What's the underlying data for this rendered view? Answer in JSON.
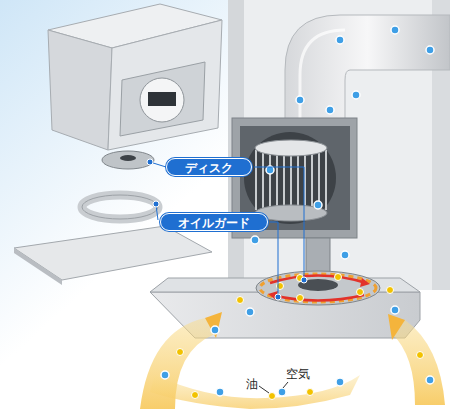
{
  "diagram": {
    "nodes": [
      {
        "text": [
          "ディスク"
        ]
      },
      {
        "text": [
          "オイルガード"
        ]
      }
    ],
    "labels": [
      "油",
      "空気"
    ]
  }
}
